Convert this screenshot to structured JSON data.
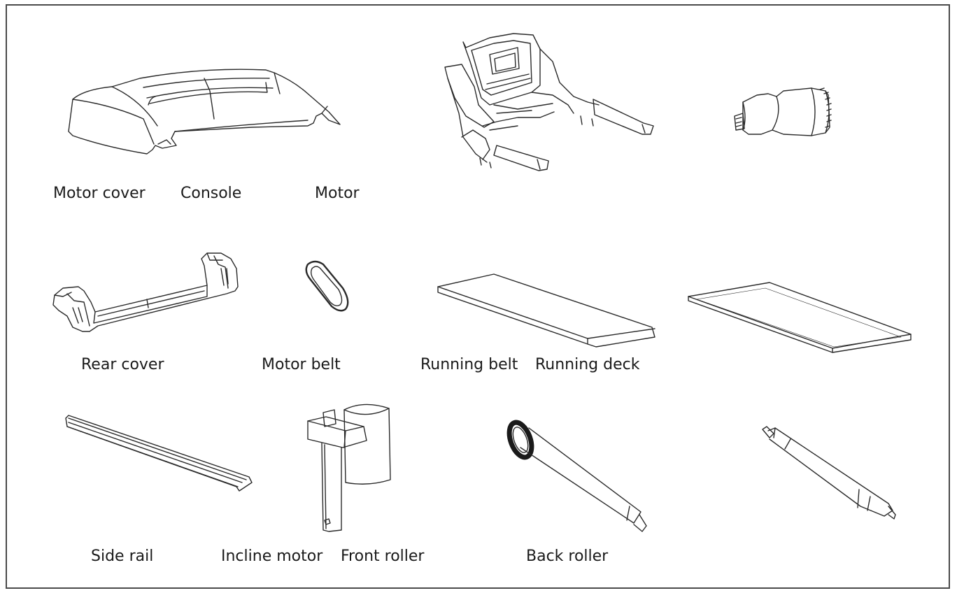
{
  "labels": {
    "motor_cover": "Motor cover",
    "console": "Console",
    "motor": "Motor",
    "rear_cover": "Rear cover",
    "motor_belt": "Motor belt",
    "running_belt": "Running belt",
    "running_deck": "Running deck",
    "side_rail": "Side rail",
    "incline_motor": "Incline motor",
    "front_roller": "Front roller",
    "back_roller": "Back roller"
  },
  "colors": {
    "line": "#2a2a2a",
    "frame": "#4a4a4a",
    "text": "#1a1a1a"
  }
}
